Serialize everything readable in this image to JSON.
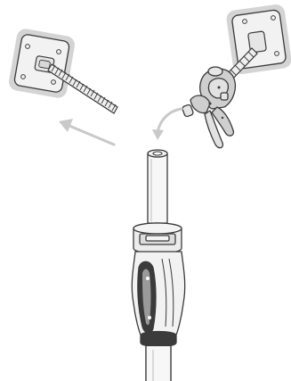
{
  "illustration": {
    "kind": "assembly-instruction-drawing",
    "parts": [
      "mounting-plate-with-threaded-rod",
      "mounting-plate-with-clamp",
      "pole-with-locking-collar"
    ],
    "colors": {
      "outline": "#3a3a3a",
      "plate_fill": "#f2f2f2",
      "plate_halo": "#d4d4d4",
      "clamp_fill": "#cfcfcf",
      "arrow": "#c9c9c9",
      "background": "#ffffff"
    }
  }
}
